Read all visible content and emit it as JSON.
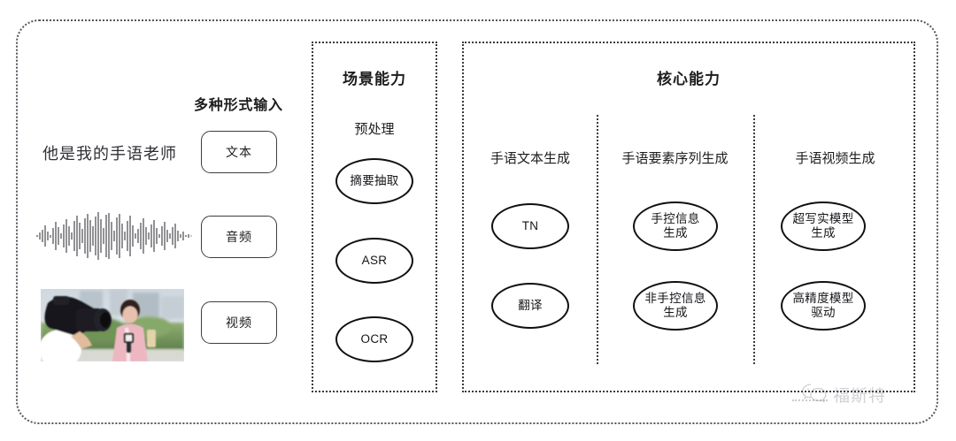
{
  "diagram": {
    "input_section": {
      "heading": "多种形式输入",
      "sample_text": "他是我的手语老师",
      "modalities": [
        {
          "label": "文本",
          "media": "text-sample"
        },
        {
          "label": "音频",
          "media": "audio-waveform"
        },
        {
          "label": "视频",
          "media": "video-thumbnail"
        }
      ]
    },
    "scene_panel": {
      "title": "场景能力",
      "group_label": "预处理",
      "nodes": [
        "摘要抽取",
        "ASR",
        "OCR"
      ]
    },
    "core_panel": {
      "title": "核心能力",
      "columns": [
        {
          "label": "手语文本生成",
          "nodes": [
            {
              "line1": "TN",
              "line2": ""
            },
            {
              "line1": "翻译",
              "line2": ""
            }
          ]
        },
        {
          "label": "手语要素序列生成",
          "nodes": [
            {
              "line1": "手控信息",
              "line2": "生成"
            },
            {
              "line1": "非手控信息",
              "line2": "生成"
            }
          ]
        },
        {
          "label": "手语视频生成",
          "nodes": [
            {
              "line1": "超写实模型",
              "line2": "生成"
            },
            {
              "line1": "高精度模型",
              "line2": "驱动"
            }
          ]
        }
      ]
    },
    "watermark": {
      "text": "福斯特",
      "icon": "wechat-icon"
    },
    "colors": {
      "border": "#3a3a42",
      "node_stroke": "#101014",
      "text": "#1d1d1f",
      "background": "#ffffff"
    }
  }
}
